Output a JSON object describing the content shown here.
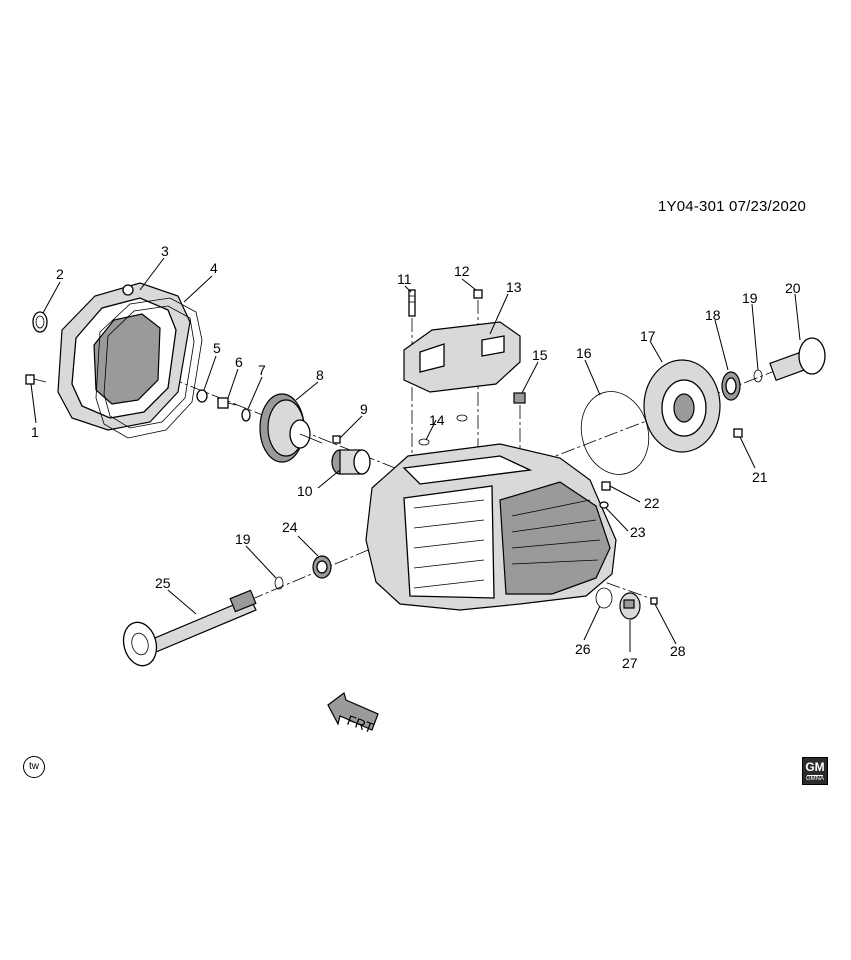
{
  "header": {
    "drawing_code": "1Y04-301  07/23/2020"
  },
  "badges": {
    "tw_symbol": "tw",
    "gm_logo": "GM",
    "gm_logo_sub": "GMNA"
  },
  "orientation": {
    "icon": "front-direction-arrow-icon",
    "label": "FRT"
  },
  "callouts": {
    "c1": "1",
    "c2": "2",
    "c3": "3",
    "c4": "4",
    "c5": "5",
    "c6": "6",
    "c7": "7",
    "c8": "8",
    "c9": "9",
    "c10": "10",
    "c11": "11",
    "c12": "12",
    "c13": "13",
    "c14": "14",
    "c15": "15",
    "c16": "16",
    "c17": "17",
    "c18": "18",
    "c19a": "19",
    "c20": "20",
    "c21": "21",
    "c22": "22",
    "c23": "23",
    "c24": "24",
    "c19b": "19",
    "c25": "25",
    "c26": "26",
    "c27": "27",
    "c28": "28"
  },
  "colors": {
    "line": "#000000",
    "fill_light": "#d9d9d9",
    "fill_dark": "#9a9a9a",
    "background": "#ffffff"
  }
}
